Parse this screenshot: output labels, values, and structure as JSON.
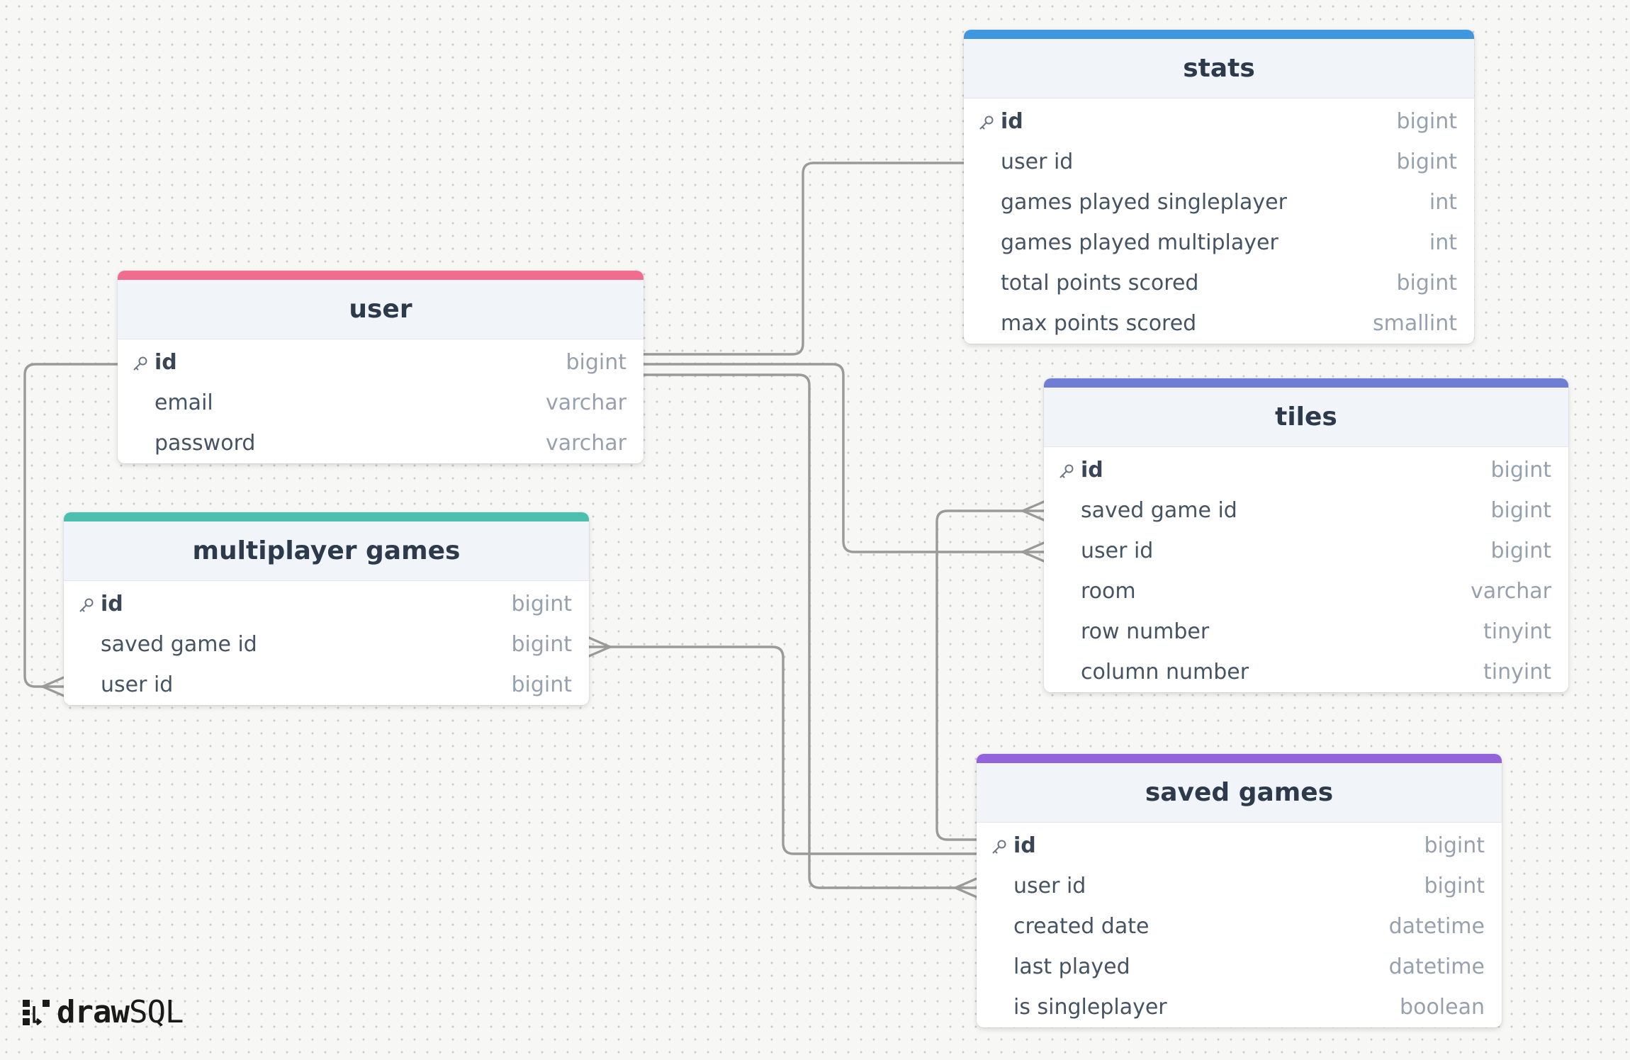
{
  "colors": {
    "user": "#f16d8f",
    "stats": "#3f97e0",
    "tiles": "#6e7ed4",
    "multiplayer_games": "#4cbfae",
    "saved_games": "#9363dc",
    "connector": "#9a9a9a"
  },
  "tables": {
    "user": {
      "title": "user",
      "fields": [
        {
          "name": "id",
          "type": "bigint",
          "pk": true
        },
        {
          "name": "email",
          "type": "varchar"
        },
        {
          "name": "password",
          "type": "varchar"
        }
      ]
    },
    "stats": {
      "title": "stats",
      "fields": [
        {
          "name": "id",
          "type": "bigint",
          "pk": true
        },
        {
          "name": "user id",
          "type": "bigint"
        },
        {
          "name": "games played singleplayer",
          "type": "int"
        },
        {
          "name": "games played multiplayer",
          "type": "int"
        },
        {
          "name": "total points scored",
          "type": "bigint"
        },
        {
          "name": "max points scored",
          "type": "smallint"
        }
      ]
    },
    "tiles": {
      "title": "tiles",
      "fields": [
        {
          "name": "id",
          "type": "bigint",
          "pk": true
        },
        {
          "name": "saved game id",
          "type": "bigint"
        },
        {
          "name": "user id",
          "type": "bigint"
        },
        {
          "name": "room",
          "type": "varchar"
        },
        {
          "name": "row number",
          "type": "tinyint"
        },
        {
          "name": "column number",
          "type": "tinyint"
        }
      ]
    },
    "multiplayer_games": {
      "title": "multiplayer games",
      "fields": [
        {
          "name": "id",
          "type": "bigint",
          "pk": true
        },
        {
          "name": "saved game id",
          "type": "bigint"
        },
        {
          "name": "user id",
          "type": "bigint"
        }
      ]
    },
    "saved_games": {
      "title": "saved games",
      "fields": [
        {
          "name": "id",
          "type": "bigint",
          "pk": true
        },
        {
          "name": "user id",
          "type": "bigint"
        },
        {
          "name": "created date",
          "type": "datetime"
        },
        {
          "name": "last played",
          "type": "datetime"
        },
        {
          "name": "is singleplayer",
          "type": "boolean"
        }
      ]
    }
  },
  "relationships": [
    {
      "from": "user.id",
      "to": "stats.user id",
      "cardinality": "one-to-one"
    },
    {
      "from": "user.id",
      "to": "tiles.user id",
      "cardinality": "one-to-many"
    },
    {
      "from": "user.id",
      "to": "saved_games.user id",
      "cardinality": "one-to-many"
    },
    {
      "from": "user.id",
      "to": "multiplayer_games.user id",
      "cardinality": "one-to-many"
    },
    {
      "from": "saved_games.id",
      "to": "tiles.saved game id",
      "cardinality": "one-to-many"
    },
    {
      "from": "saved_games.id",
      "to": "multiplayer_games.saved game id",
      "cardinality": "one-to-many"
    }
  ],
  "branding": {
    "logo_bold": "draw",
    "logo_light": "SQL",
    "logo_icon": "drawsql-logo-icon"
  }
}
